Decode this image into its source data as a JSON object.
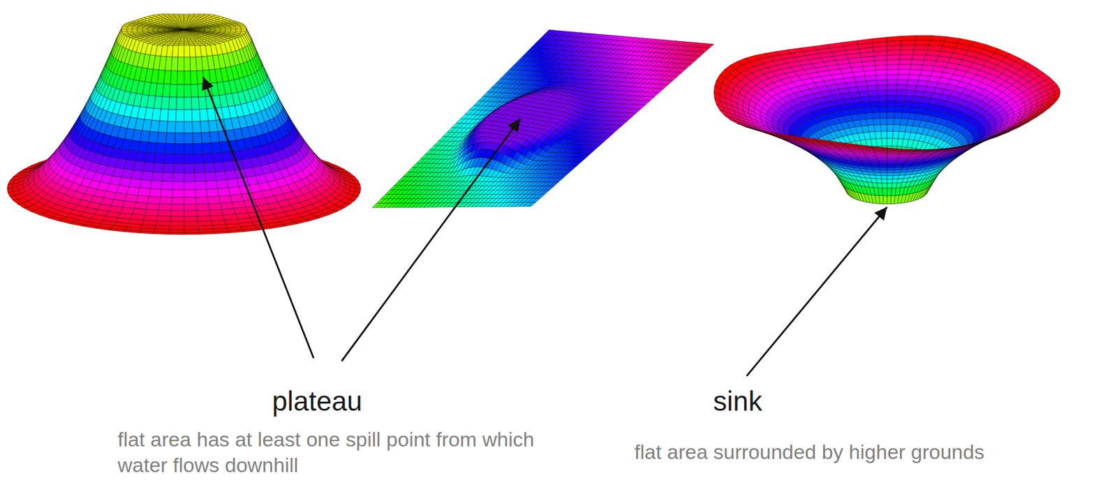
{
  "diagram": {
    "labels": [
      "plateau",
      "flat area has at least one spill point from which water flows downhill",
      "sink",
      "flat area surrounded by higher grounds"
    ]
  }
}
